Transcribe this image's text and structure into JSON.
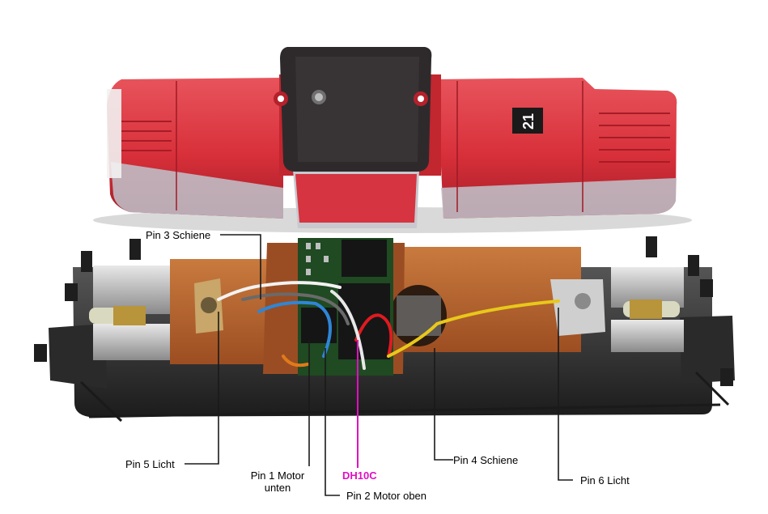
{
  "locomotive": {
    "number_plate": "21"
  },
  "labels": {
    "pin3": "Pin 3 Schiene",
    "pin5": "Pin 5 Licht",
    "pin1_line1": "Pin 1 Motor",
    "pin1_line2": "unten",
    "pin2": "Pin 2 Motor oben",
    "decoder": "DH10C",
    "pin4": "Pin 4 Schiene",
    "pin6": "Pin 6 Licht"
  },
  "colors": {
    "shell_red": "#d8303a",
    "frame_copper": "#b5602c",
    "decoder_board": "#1f4a22",
    "decoder_callout": "#e010c0",
    "callout_line": "#1a1a1a"
  }
}
